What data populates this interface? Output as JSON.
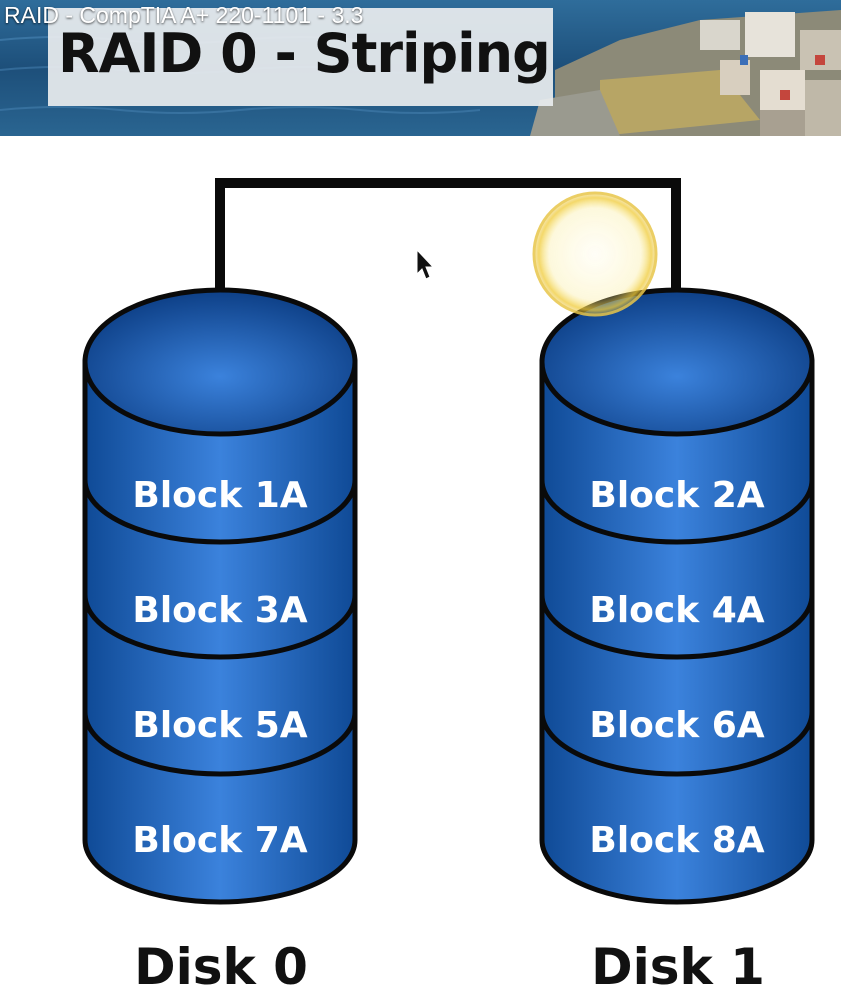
{
  "video": {
    "title": "RAID - CompTIA A+ 220-1101 - 3.3"
  },
  "slide": {
    "title": "RAID 0 - Striping"
  },
  "disks": [
    {
      "label": "Disk 0",
      "blocks": [
        "Block 1A",
        "Block 3A",
        "Block 5A",
        "Block 7A"
      ]
    },
    {
      "label": "Disk 1",
      "blocks": [
        "Block 2A",
        "Block 4A",
        "Block 6A",
        "Block 8A"
      ]
    }
  ],
  "colors": {
    "disk_fill_light": "#3b82dc",
    "disk_fill_dark": "#0d3f86",
    "outline": "#0a0a0a",
    "highlight": "#f3d34a",
    "water": "#1f5f8f"
  }
}
